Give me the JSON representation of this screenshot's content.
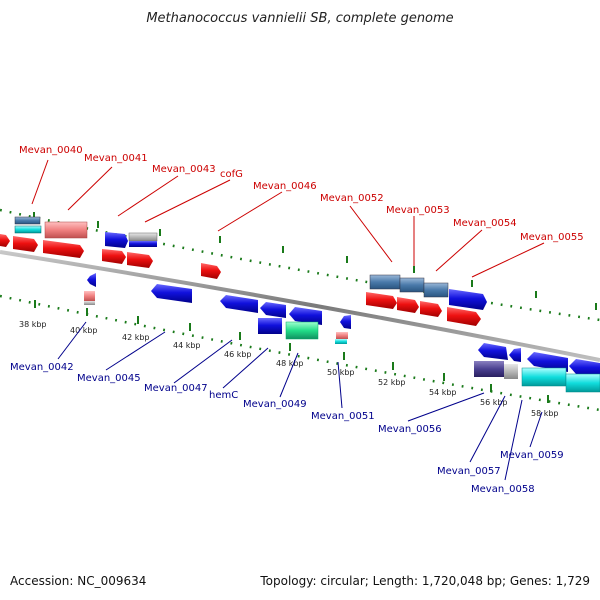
{
  "title": "Methanococcus vannielii SB, complete genome",
  "footer": {
    "accession": "Accession: NC_009634",
    "summary": "Topology: circular; Length: 1,720,048 bp; Genes: 1,729"
  },
  "colors": {
    "red_gene": "#ee1111",
    "blue_gene": "#1111dd",
    "tick_green": "#1a7a1a",
    "backbone": "#808080",
    "red_label": "#cc0000",
    "blue_label": "#00008b"
  },
  "scale_labels": [
    "38 kbp",
    "40 kbp",
    "42 kbp",
    "44 kbp",
    "46 kbp",
    "48 kbp",
    "50 kbp",
    "52 kbp",
    "54 kbp",
    "56 kbp",
    "58 kbp"
  ],
  "top_labels": [
    "Mevan_0040",
    "Mevan_0041",
    "Mevan_0043",
    "cofG",
    "Mevan_0046",
    "Mevan_0052",
    "Mevan_0053",
    "Mevan_0054",
    "Mevan_0055"
  ],
  "bottom_labels": [
    "Mevan_0042",
    "Mevan_0045",
    "Mevan_0047",
    "hemC",
    "Mevan_0049",
    "Mevan_0051",
    "Mevan_0056",
    "Mevan_0057",
    "Mevan_0058",
    "Mevan_0059"
  ]
}
